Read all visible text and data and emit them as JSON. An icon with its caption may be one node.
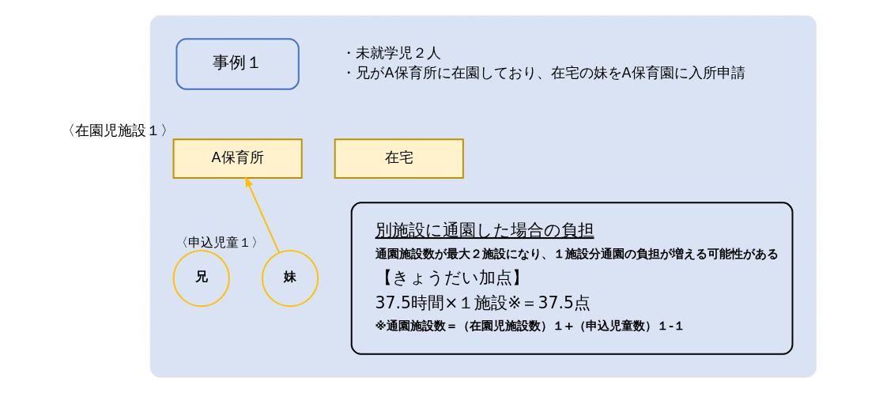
{
  "diagram": {
    "nodes": [
      {
        "text": [],
        "shape": "box"
      },
      {
        "text": [
          "事例１"
        ],
        "in": 0
      },
      {
        "text": [
          "A保育所"
        ],
        "in": 0,
        "beside": [
          "〈在園児施設１〉"
        ]
      },
      {
        "text": [
          "在宅"
        ],
        "in": 0
      },
      {
        "text": [
          "兄"
        ],
        "in": 0
      },
      {
        "text": [
          "妹"
        ],
        "in": 0,
        "beside": [
          "〈申込児童１〉"
        ]
      },
      {
        "text": [
          "別施設に通園した場合の負担",
          "通園施設数が最大２施設になり、１施設分通園の負担が増える可能性がある",
          "【きょうだい加点】",
          "37.5時間×１施設※＝37.5点",
          "※通園施設数＝（在園児施設数）１+（申込児童数）１-１"
        ],
        "in": 0
      }
    ],
    "edges": [
      {
        "from": 5,
        "to": 2,
        "arrow": "to",
        "color": "#ffc000"
      }
    ],
    "labels": [
      "・未就学児２人",
      "・兄がA保育所に在園しており、在宅の妹をA保育園に入所申請"
    ]
  }
}
